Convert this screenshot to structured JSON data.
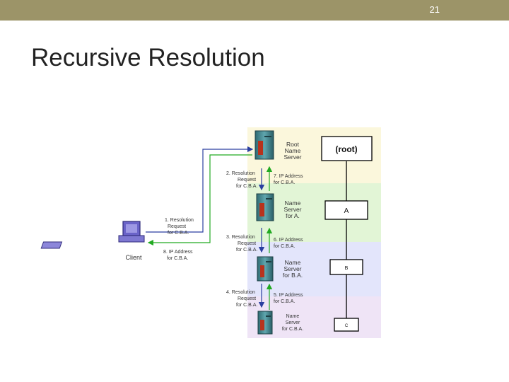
{
  "slide": {
    "number": "21",
    "title": "Recursive Resolution"
  },
  "diagram": {
    "client_label": "Client",
    "servers": [
      {
        "lines": [
          "Root",
          "Name",
          "Server"
        ]
      },
      {
        "lines": [
          "Name",
          "Server",
          "for A."
        ]
      },
      {
        "lines": [
          "Name",
          "Server",
          "for B.A."
        ]
      },
      {
        "lines": [
          "Name",
          "Server",
          "for C.B.A."
        ]
      }
    ],
    "domains": [
      "(root)",
      "A",
      "B",
      "C"
    ],
    "requests": [
      {
        "lines": [
          "1. Resolution",
          "Request",
          "for C.B.A."
        ]
      },
      {
        "lines": [
          "2. Resolution",
          "Request",
          "for C.B.A."
        ]
      },
      {
        "lines": [
          "3. Resolution",
          "Request",
          "for C.B.A."
        ]
      },
      {
        "lines": [
          "4. Resolution",
          "Request",
          "for C.B.A."
        ]
      }
    ],
    "responses": [
      {
        "lines": [
          "5. IP Address",
          "for C.B.A."
        ]
      },
      {
        "lines": [
          "6. IP Address",
          "for C.B.A."
        ]
      },
      {
        "lines": [
          "7. IP Address",
          "for C.B.A."
        ]
      },
      {
        "lines": [
          "8. IP Address",
          "for C.B.A."
        ]
      }
    ]
  }
}
